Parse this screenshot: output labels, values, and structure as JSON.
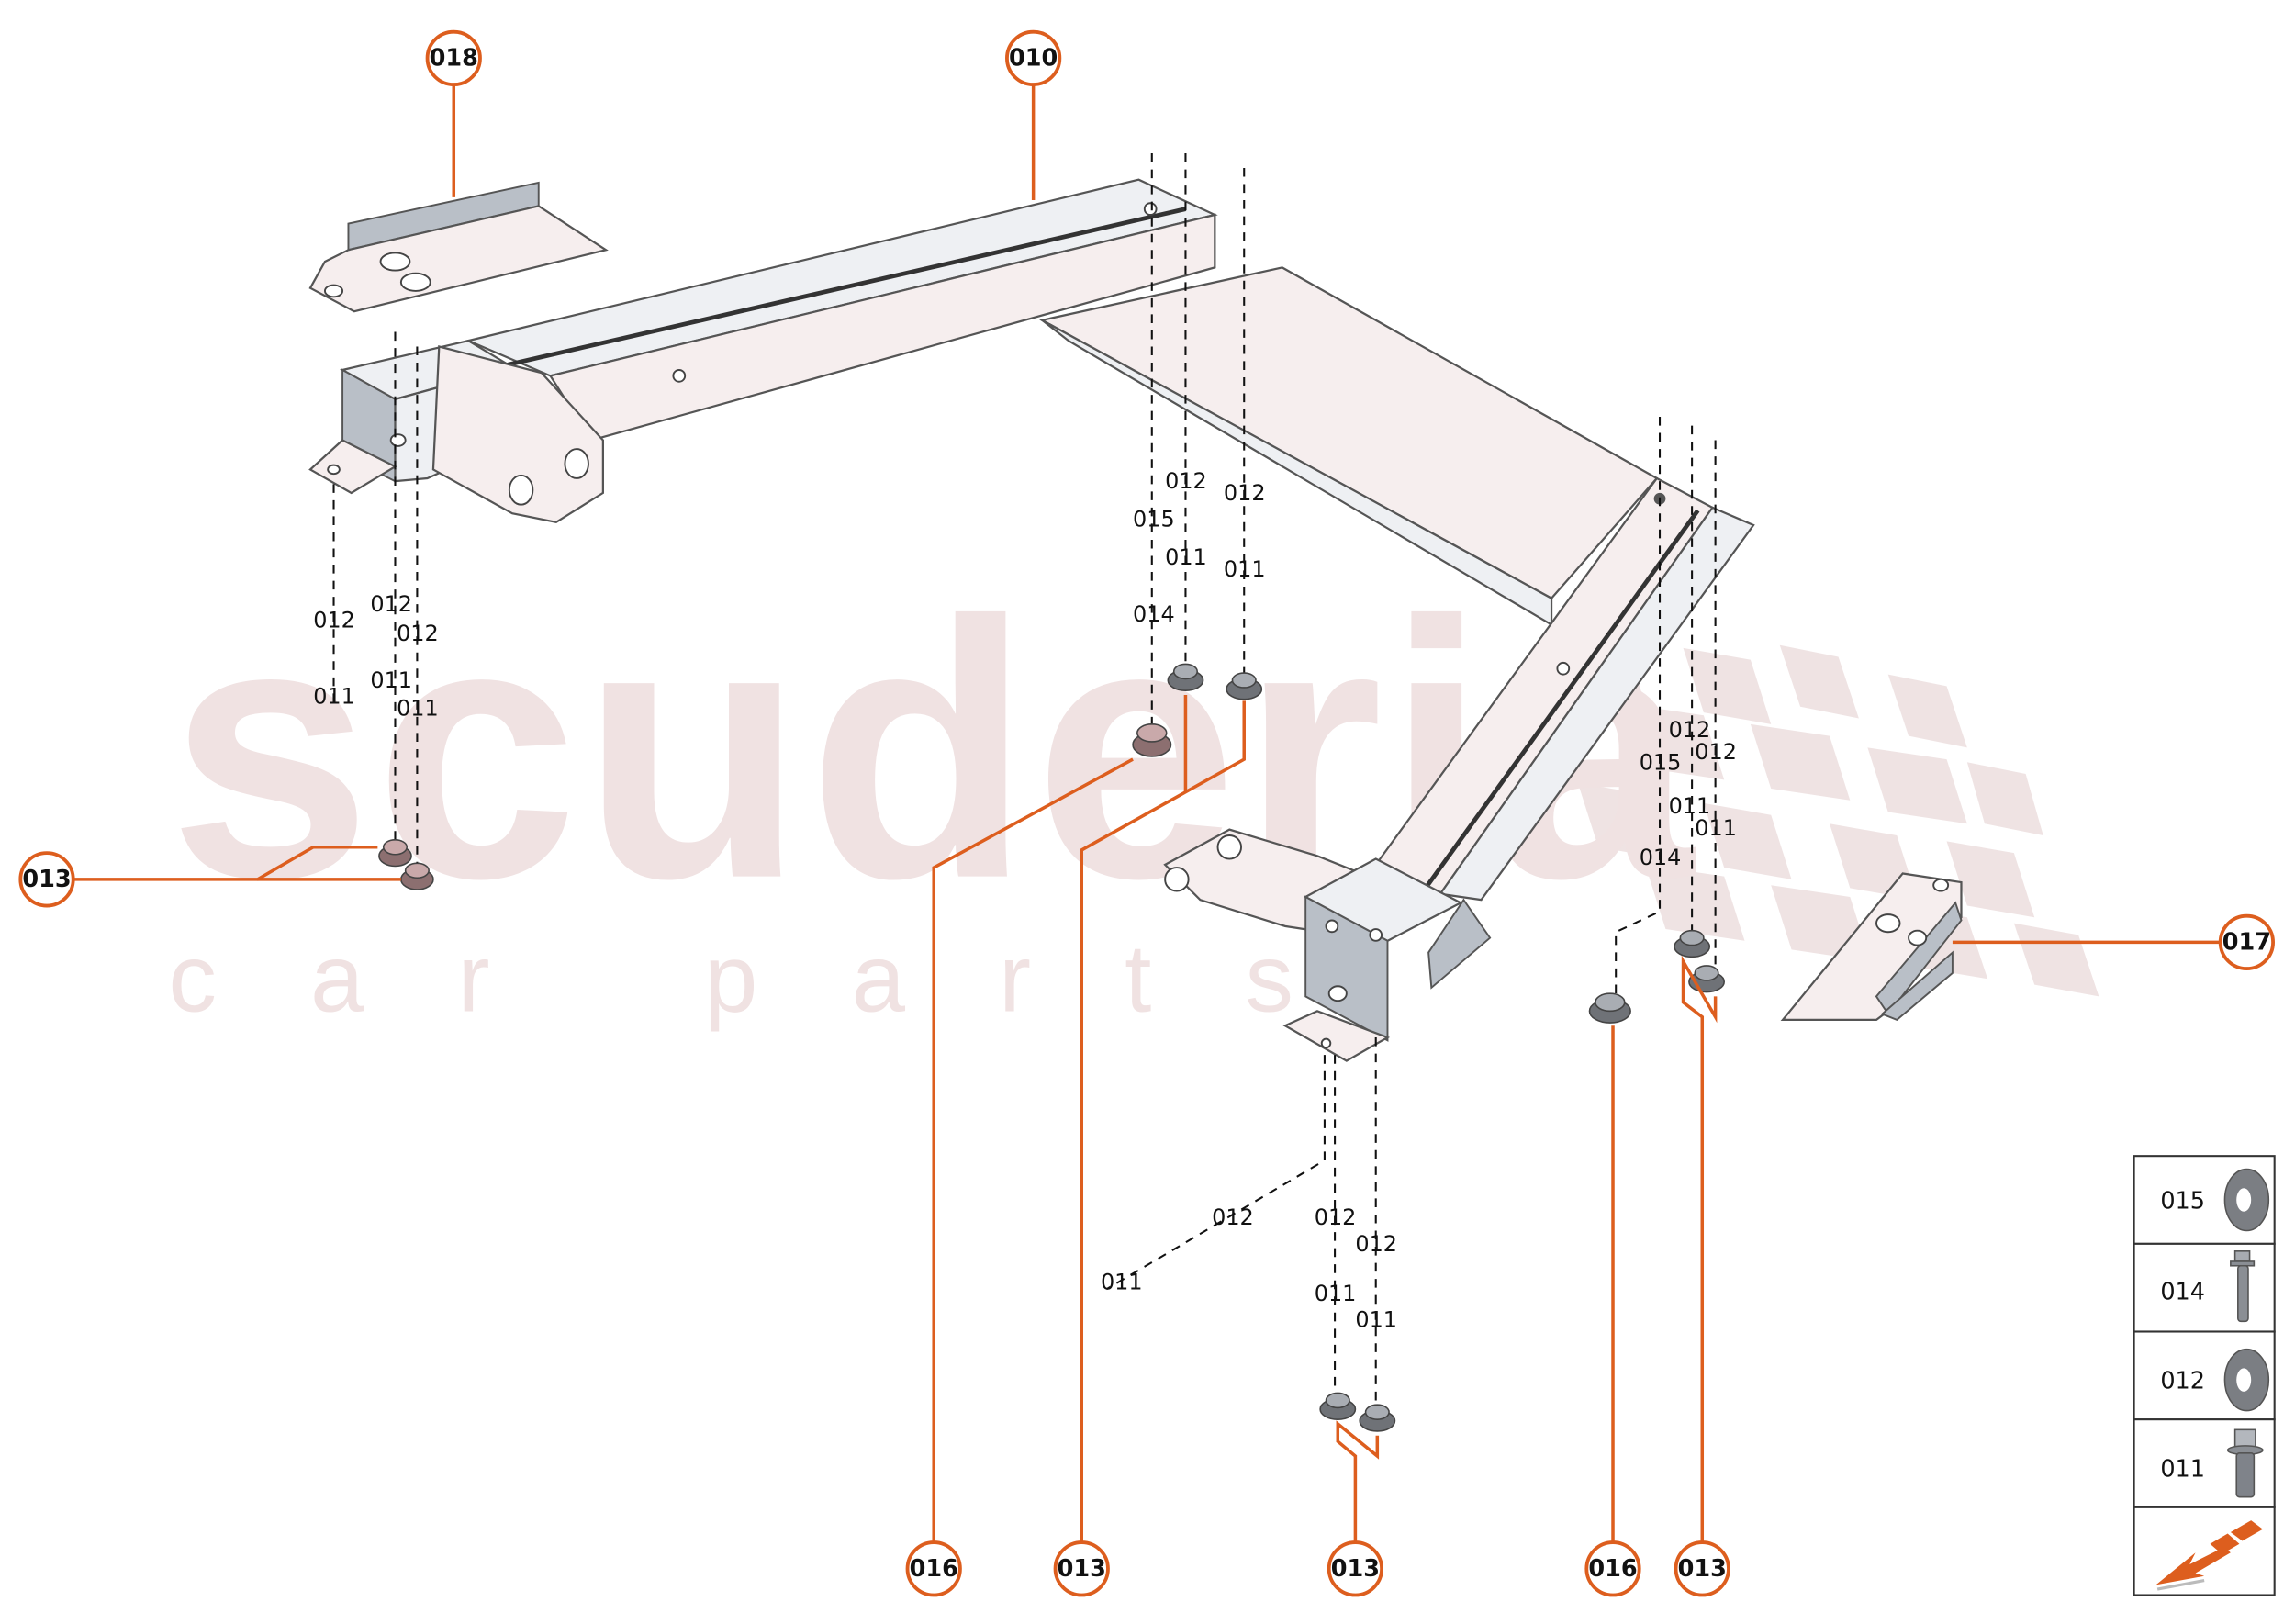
{
  "diagram": {
    "type": "exploded-parts-diagram",
    "watermark": {
      "line1": "scuderia",
      "line2": "car parts"
    },
    "accent_color": "#dd5e1e",
    "callouts": [
      {
        "id": "c018",
        "label": "018",
        "part": "bracket-top-left"
      },
      {
        "id": "c010",
        "label": "010",
        "part": "main-crossmember-frame"
      },
      {
        "id": "c013a",
        "label": "013",
        "part": "nuts-left"
      },
      {
        "id": "c017",
        "label": "017",
        "part": "bracket-right"
      },
      {
        "id": "c016a",
        "label": "016",
        "part": "cap-center"
      },
      {
        "id": "c013b",
        "label": "013",
        "part": "nut-center"
      },
      {
        "id": "c013c",
        "label": "013",
        "part": "nuts-bottom"
      },
      {
        "id": "c016b",
        "label": "016",
        "part": "cap-right"
      },
      {
        "id": "c013d",
        "label": "013",
        "part": "nuts-right"
      }
    ],
    "fastener_labels": {
      "left": {
        "col1": [
          "012",
          "011"
        ],
        "col2": [
          "012",
          "011"
        ],
        "col3": [
          "012",
          "011"
        ]
      },
      "center": {
        "col1": [
          "015",
          "014"
        ],
        "col2": [
          "012",
          "011"
        ],
        "col3": [
          "012",
          "011"
        ]
      },
      "right": {
        "col1": [
          "015",
          "014"
        ],
        "col2": [
          "012",
          "011"
        ],
        "col3": [
          "012",
          "011"
        ]
      },
      "bottom": {
        "diag": [
          "012",
          "011"
        ],
        "col2": [
          "012",
          "011"
        ],
        "col3": [
          "012",
          "011"
        ]
      }
    },
    "legend": [
      {
        "code": "015",
        "icon": "washer-icon"
      },
      {
        "code": "014",
        "icon": "long-bolt-icon"
      },
      {
        "code": "012",
        "icon": "washer-icon"
      },
      {
        "code": "011",
        "icon": "flange-bolt-icon"
      },
      {
        "code": "",
        "icon": "direction-arrow-icon"
      }
    ]
  }
}
